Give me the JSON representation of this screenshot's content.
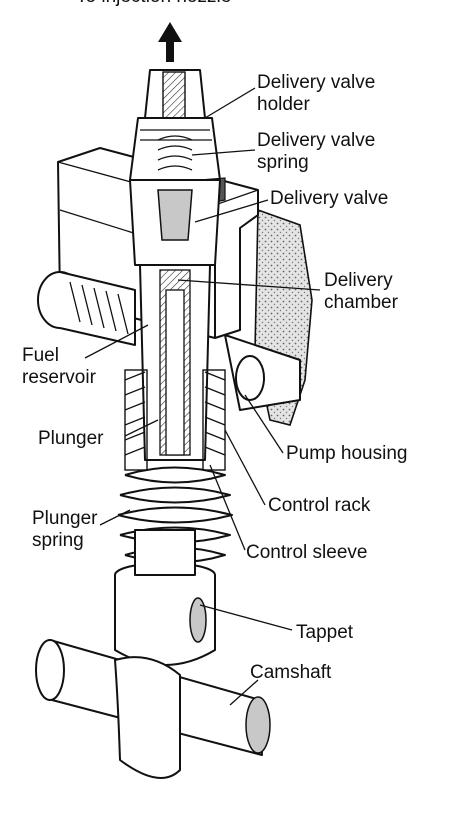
{
  "top_label": "To injection nozzle",
  "labels": {
    "delivery_valve_holder": [
      "Delivery valve",
      "holder"
    ],
    "delivery_valve_spring": [
      "Delivery valve",
      "spring"
    ],
    "delivery_valve": [
      "Delivery valve"
    ],
    "delivery_chamber": [
      "Delivery",
      "chamber"
    ],
    "fuel_reservoir": [
      "Fuel",
      "reservoir"
    ],
    "plunger": [
      "Plunger"
    ],
    "pump_housing": [
      "Pump housing"
    ],
    "control_rack": [
      "Control rack"
    ],
    "plunger_spring": [
      "Plunger",
      "spring"
    ],
    "control_sleeve": [
      "Control sleeve"
    ],
    "tappet": [
      "Tappet"
    ],
    "camshaft": [
      "Camshaft"
    ]
  }
}
